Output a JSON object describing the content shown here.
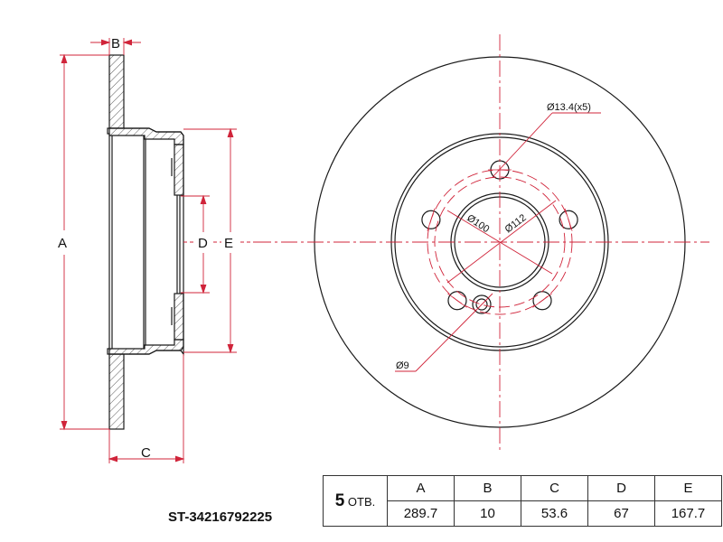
{
  "part_number": "ST-34216792225",
  "colors": {
    "line": "#1a1a1a",
    "dimension": "#d0243a"
  },
  "side_view": {
    "labels": {
      "A": "A",
      "B": "B",
      "C": "C",
      "D": "D",
      "E": "E"
    }
  },
  "front_view": {
    "bolt_hole_note": "Ø13.4(x5)",
    "bore_diameter": "Ø100",
    "bolt_circle_diameter": "Ø112",
    "small_hole_note": "Ø9"
  },
  "spec_table": {
    "holes_count": "5",
    "holes_label": "ОТВ.",
    "headers": [
      "A",
      "B",
      "C",
      "D",
      "E"
    ],
    "values": [
      "289.7",
      "10",
      "53.6",
      "67",
      "167.7"
    ]
  }
}
